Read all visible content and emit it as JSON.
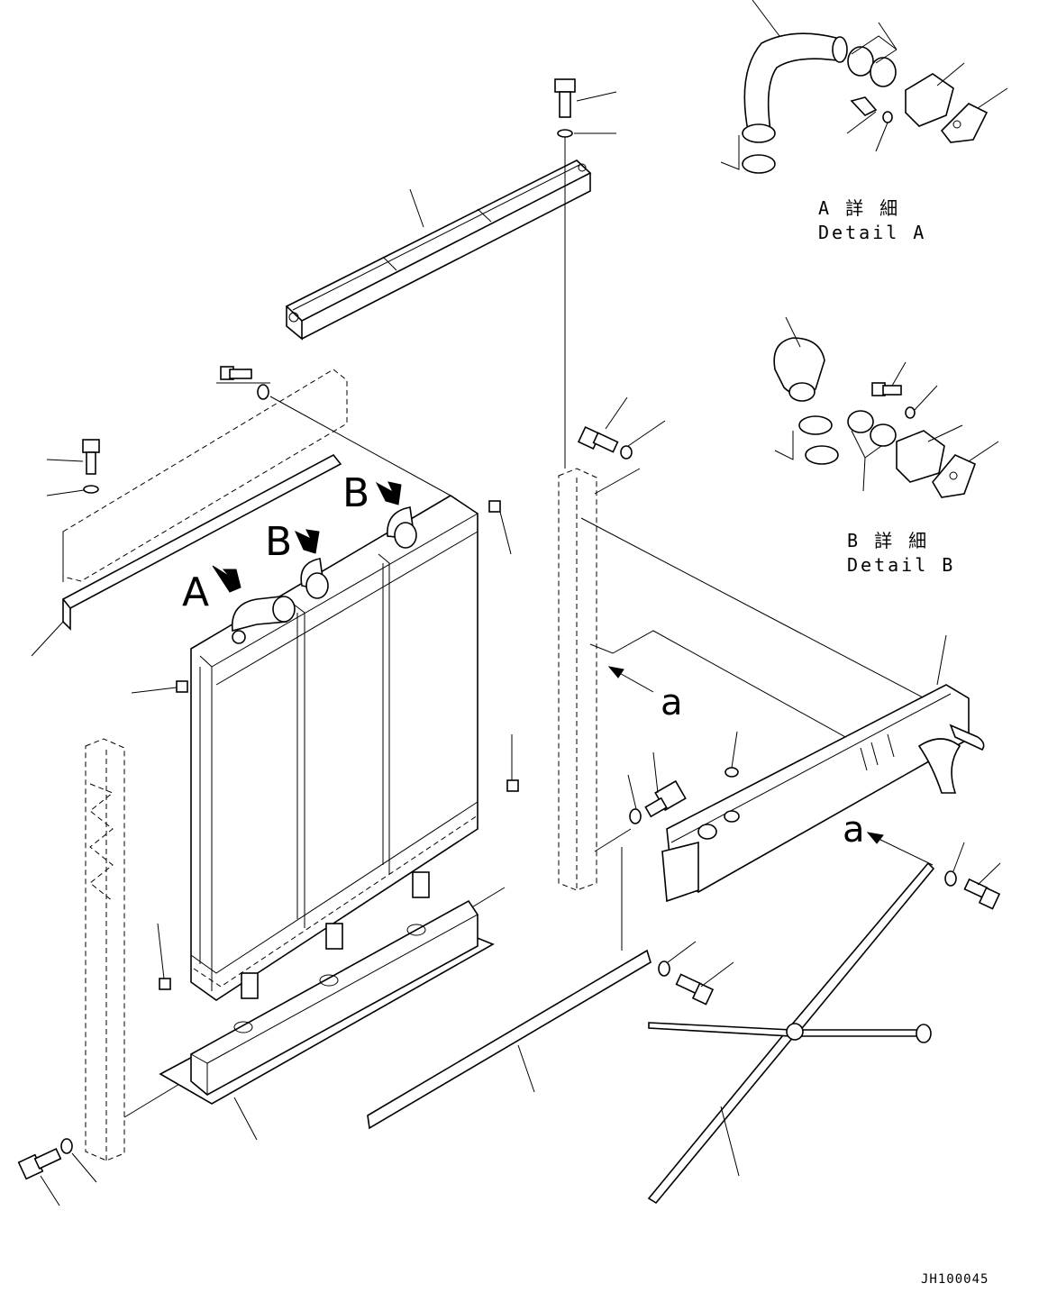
{
  "diagram": {
    "view_labels": {
      "a_view": "A",
      "b_view_1": "B",
      "b_view_2": "B"
    },
    "arrow_labels": {
      "a_upper": "a",
      "a_lower": "a"
    },
    "detail_a": {
      "jp": "A 詳 細",
      "en": "Detail A"
    },
    "detail_b": {
      "jp": "B 詳 細",
      "en": "Detail B"
    },
    "drawing_code": "JH100045"
  }
}
